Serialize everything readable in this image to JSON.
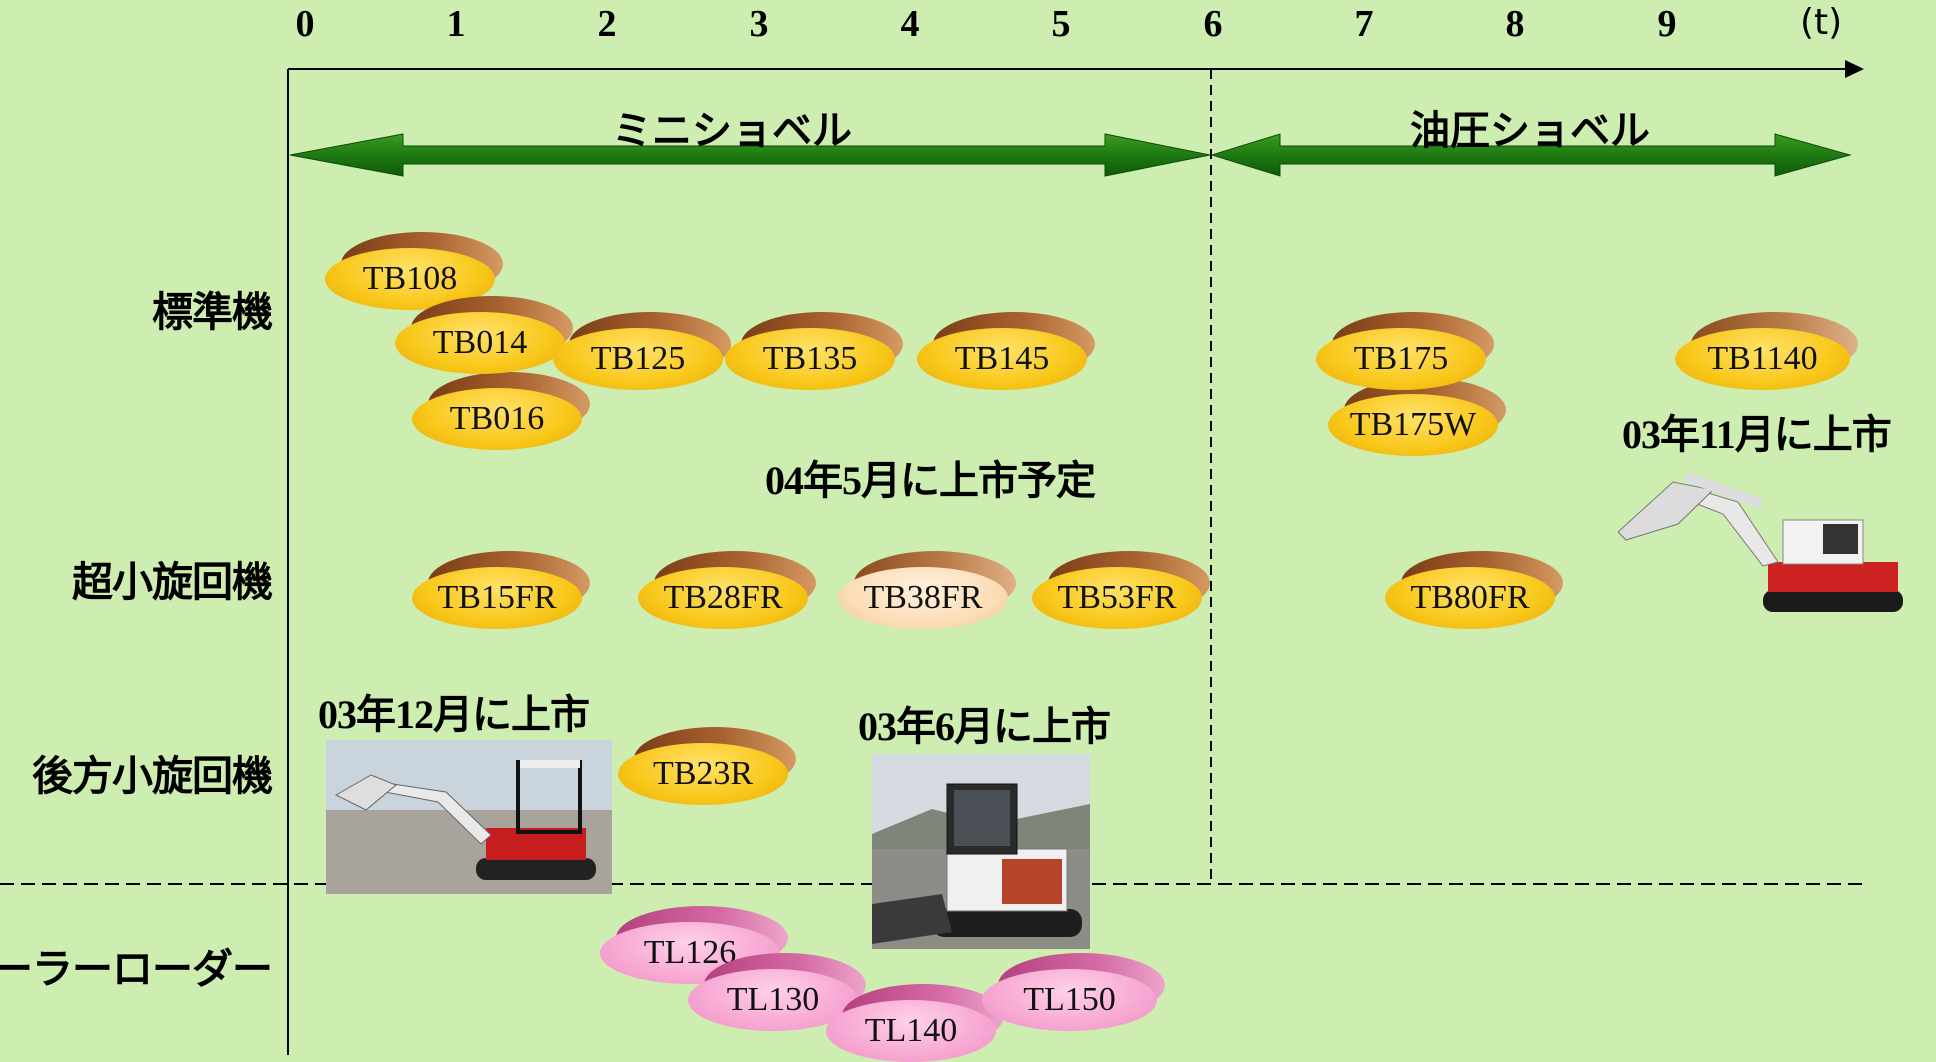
{
  "axis": {
    "ticks": [
      "0",
      "1",
      "2",
      "3",
      "4",
      "5",
      "6",
      "7",
      "8",
      "9"
    ],
    "unit": "(t)"
  },
  "ranges": {
    "mini": "ミニショベル",
    "hydraulic": "油圧ショベル"
  },
  "rows": {
    "standard": "標準機",
    "ultra_small": "超小旋回機",
    "rear_small": "後方小旋回機",
    "crawler_loader": "クローラーローダー"
  },
  "models": {
    "tb108": "TB108",
    "tb014": "TB014",
    "tb016": "TB016",
    "tb125": "TB125",
    "tb135": "TB135",
    "tb145": "TB145",
    "tb175": "TB175",
    "tb175w": "TB175W",
    "tb1140": "TB1140",
    "tb15fr": "TB15FR",
    "tb28fr": "TB28FR",
    "tb38fr": "TB38FR",
    "tb53fr": "TB53FR",
    "tb80fr": "TB80FR",
    "tb23r": "TB23R",
    "tl126": "TL126",
    "tl130": "TL130",
    "tl140": "TL140",
    "tl150": "TL150"
  },
  "notes": {
    "planned": "04年5月に上市予定",
    "nov03": "03年11月に上市",
    "dec03": "03年12月に上市",
    "jun03": "03年6月に上市"
  },
  "colors": {
    "background": "#cdeeb0",
    "arrow": "#1f7a12",
    "pill_yellow": "#f8c719",
    "pill_pale": "#fbdcb5",
    "pill_pink": "#f7a8d3"
  }
}
